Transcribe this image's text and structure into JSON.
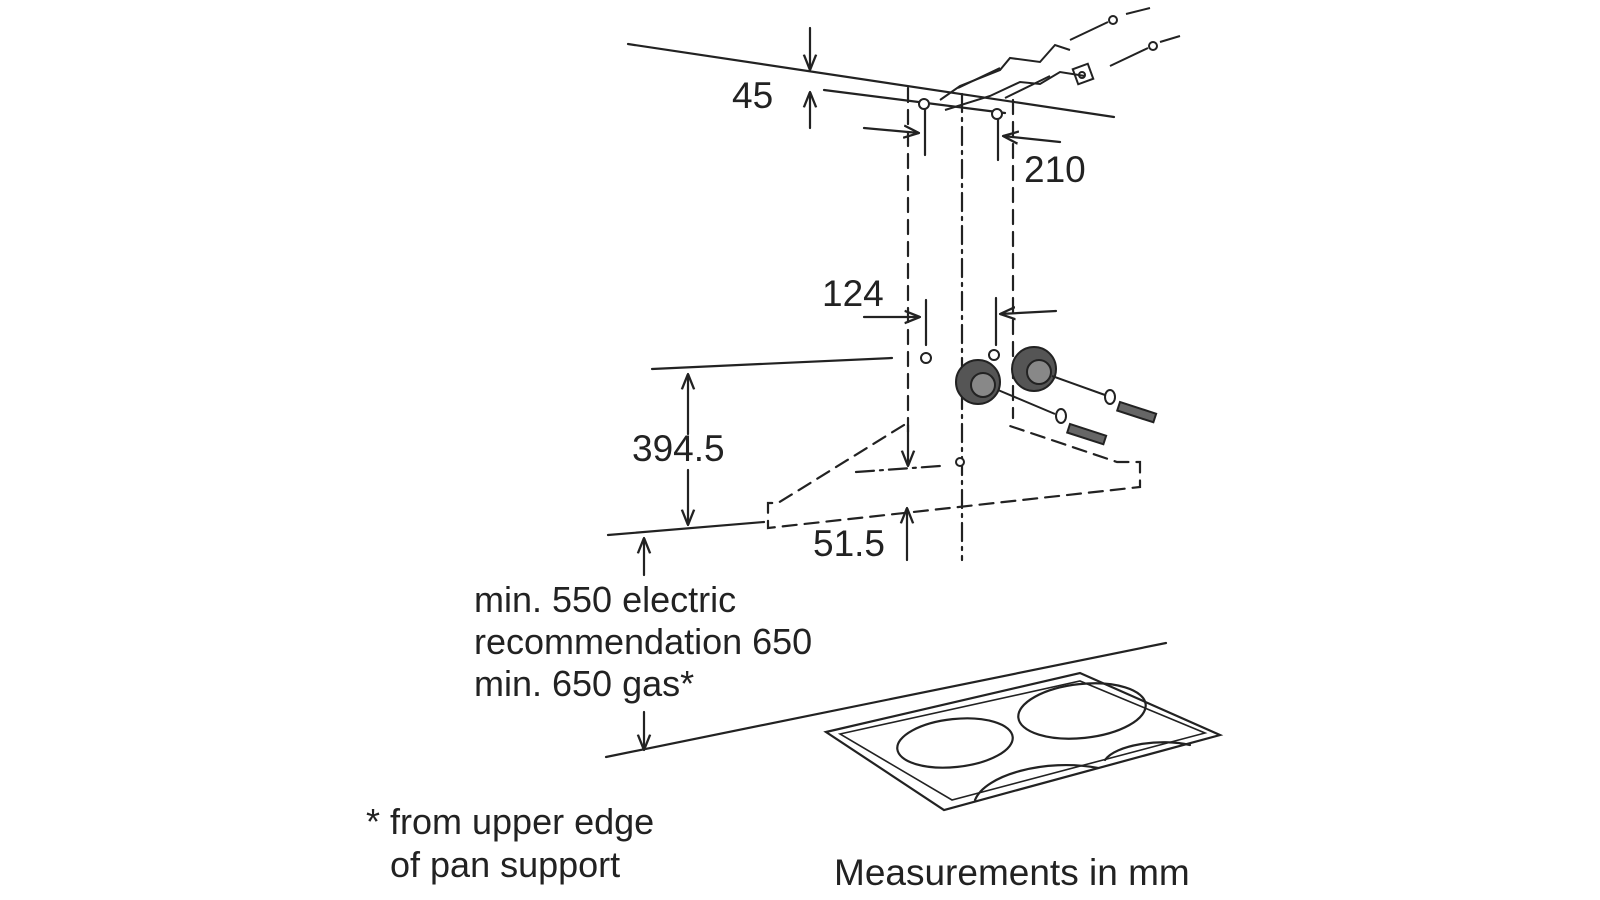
{
  "dimensions": {
    "d45": "45",
    "d210": "210",
    "d124": "124",
    "d394_5": "394.5",
    "d51_5": "51.5"
  },
  "height_note": {
    "line1": "min. 550 electric",
    "line2": "recommendation 650",
    "line3": "min. 650 gas*"
  },
  "footnote": {
    "line1": "* from upper edge",
    "line2": "of pan support"
  },
  "units_caption": "Measurements in mm",
  "icons": [
    "wall-screw-icon",
    "wall-plug-icon",
    "bracket-icon",
    "motor-housing-icon",
    "cooktop-icon"
  ],
  "colors": {
    "ink": "#222222",
    "background": "#ffffff"
  }
}
